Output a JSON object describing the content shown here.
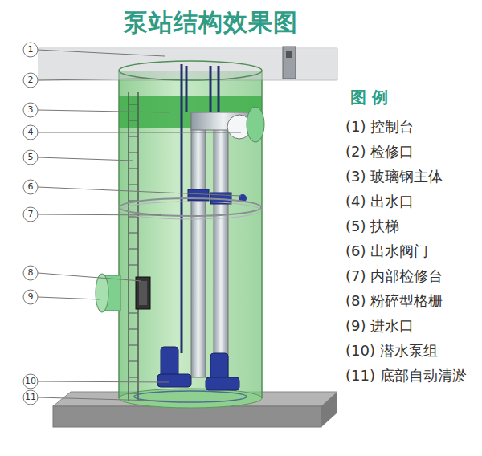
{
  "diagram": {
    "title": "泵站结构效果图",
    "labels": [
      "1",
      "2",
      "3",
      "4",
      "5",
      "6",
      "7",
      "8",
      "9",
      "10",
      "11",
      "图 例"
    ],
    "legend": [
      {
        "text": "(1) 控制台"
      },
      {
        "text": "(2) 检修口"
      },
      {
        "text": "(3) 玻璃钢主体"
      },
      {
        "text": "(4) 出水口"
      },
      {
        "text": "(5) 扶梯"
      },
      {
        "text": "(6) 出水阀门"
      },
      {
        "text": "(7) 内部检修台"
      },
      {
        "text": "(8) 粉碎型格栅"
      },
      {
        "text": "(9) 进水口"
      },
      {
        "text": "(10) 潜水泵组"
      },
      {
        "text": "(11) 底部自动清淤"
      }
    ]
  }
}
